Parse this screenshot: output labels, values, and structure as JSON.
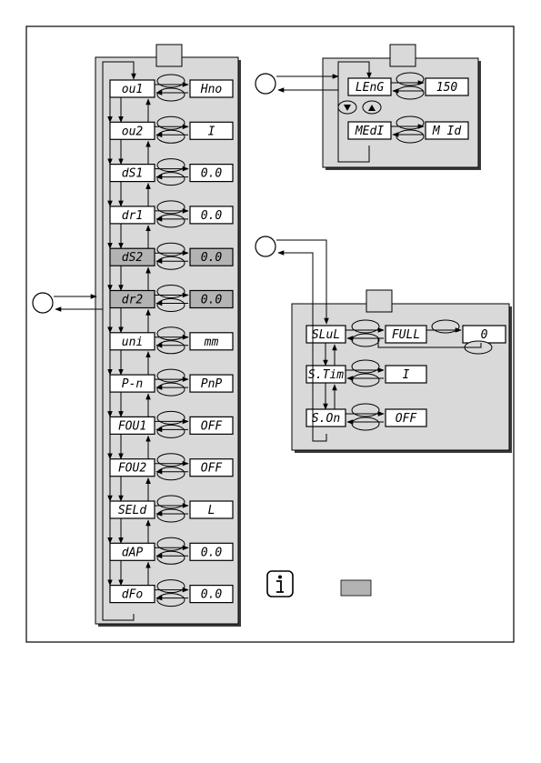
{
  "menu_left": {
    "params": [
      {
        "code": "ou1",
        "value": "Hno",
        "shaded": false
      },
      {
        "code": "ou2",
        "value": "I",
        "shaded": false
      },
      {
        "code": "dS1",
        "value": "0.0",
        "shaded": false
      },
      {
        "code": "dr1",
        "value": "0.0",
        "shaded": false
      },
      {
        "code": "dS2",
        "value": "0.0",
        "shaded": true
      },
      {
        "code": "dr2",
        "value": "0.0",
        "shaded": true
      },
      {
        "code": "uni",
        "value": "mm",
        "shaded": false
      },
      {
        "code": "P-n",
        "value": "PnP",
        "shaded": false
      },
      {
        "code": "FOU1",
        "value": "OFF",
        "shaded": false
      },
      {
        "code": "FOU2",
        "value": "OFF",
        "shaded": false
      },
      {
        "code": "SELd",
        "value": "L",
        "shaded": false
      },
      {
        "code": "dAP",
        "value": "0.0",
        "shaded": false
      },
      {
        "code": "dFo",
        "value": "0.0",
        "shaded": false
      }
    ]
  },
  "menu_top_right": {
    "params": [
      {
        "code": "LEnG",
        "value": "150"
      },
      {
        "code": "MEdI",
        "value": "M Id"
      }
    ]
  },
  "menu_bottom_right": {
    "params": [
      {
        "code": "SLuL",
        "value": "FULL",
        "value2": "0"
      },
      {
        "code": "S.Tim",
        "value": "I"
      },
      {
        "code": "S.On",
        "value": "OFF"
      }
    ]
  },
  "info_icon": "info-icon",
  "colors": {
    "panel_fill": "#d9d9d9",
    "panel_shadow": "#3a3a3a",
    "shaded_box": "#b3b3b3",
    "line": "#000000"
  }
}
